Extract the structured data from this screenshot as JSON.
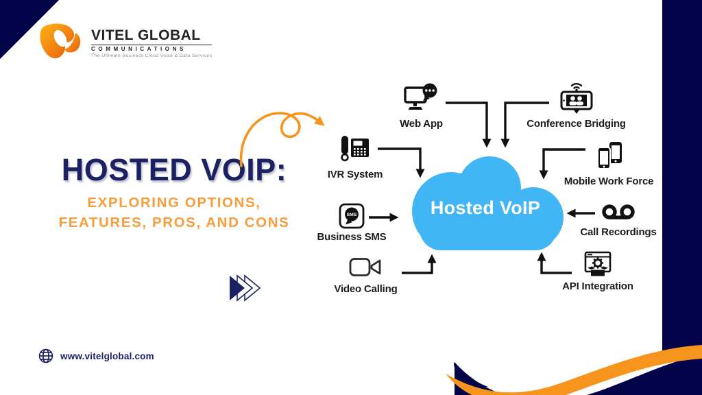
{
  "brand": {
    "name": "VITEL GLOBAL",
    "sub": "COMMUNICATIONS",
    "tagline": "The Ultimate Business Cloud Voice & Data Services",
    "website": "www.vitelglobal.com"
  },
  "headline": {
    "title": "HOSTED VOIP:",
    "subtitle_line1": "EXPLORING OPTIONS,",
    "subtitle_line2": "FEATURES, PROS, AND CONS"
  },
  "diagram": {
    "center_label": "Hosted VoIP",
    "sms_badge": "SMS",
    "nodes": [
      {
        "label": "Web App",
        "icon": "web-app-icon"
      },
      {
        "label": "Conference Bridging",
        "icon": "conference-bridging-icon"
      },
      {
        "label": "IVR System",
        "icon": "ivr-system-icon"
      },
      {
        "label": "Mobile Work Force",
        "icon": "mobile-work-force-icon"
      },
      {
        "label": "Business SMS",
        "icon": "business-sms-icon"
      },
      {
        "label": "Call Recordings",
        "icon": "call-recordings-icon"
      },
      {
        "label": "Video Calling",
        "icon": "video-calling-icon"
      },
      {
        "label": "API Integration",
        "icon": "api-integration-icon"
      }
    ]
  },
  "colors": {
    "navy": "#03034a",
    "headline_navy": "#1b2163",
    "orange": "#f7941d",
    "cloud_blue": "#42b5f5",
    "icon_black": "#111111"
  }
}
